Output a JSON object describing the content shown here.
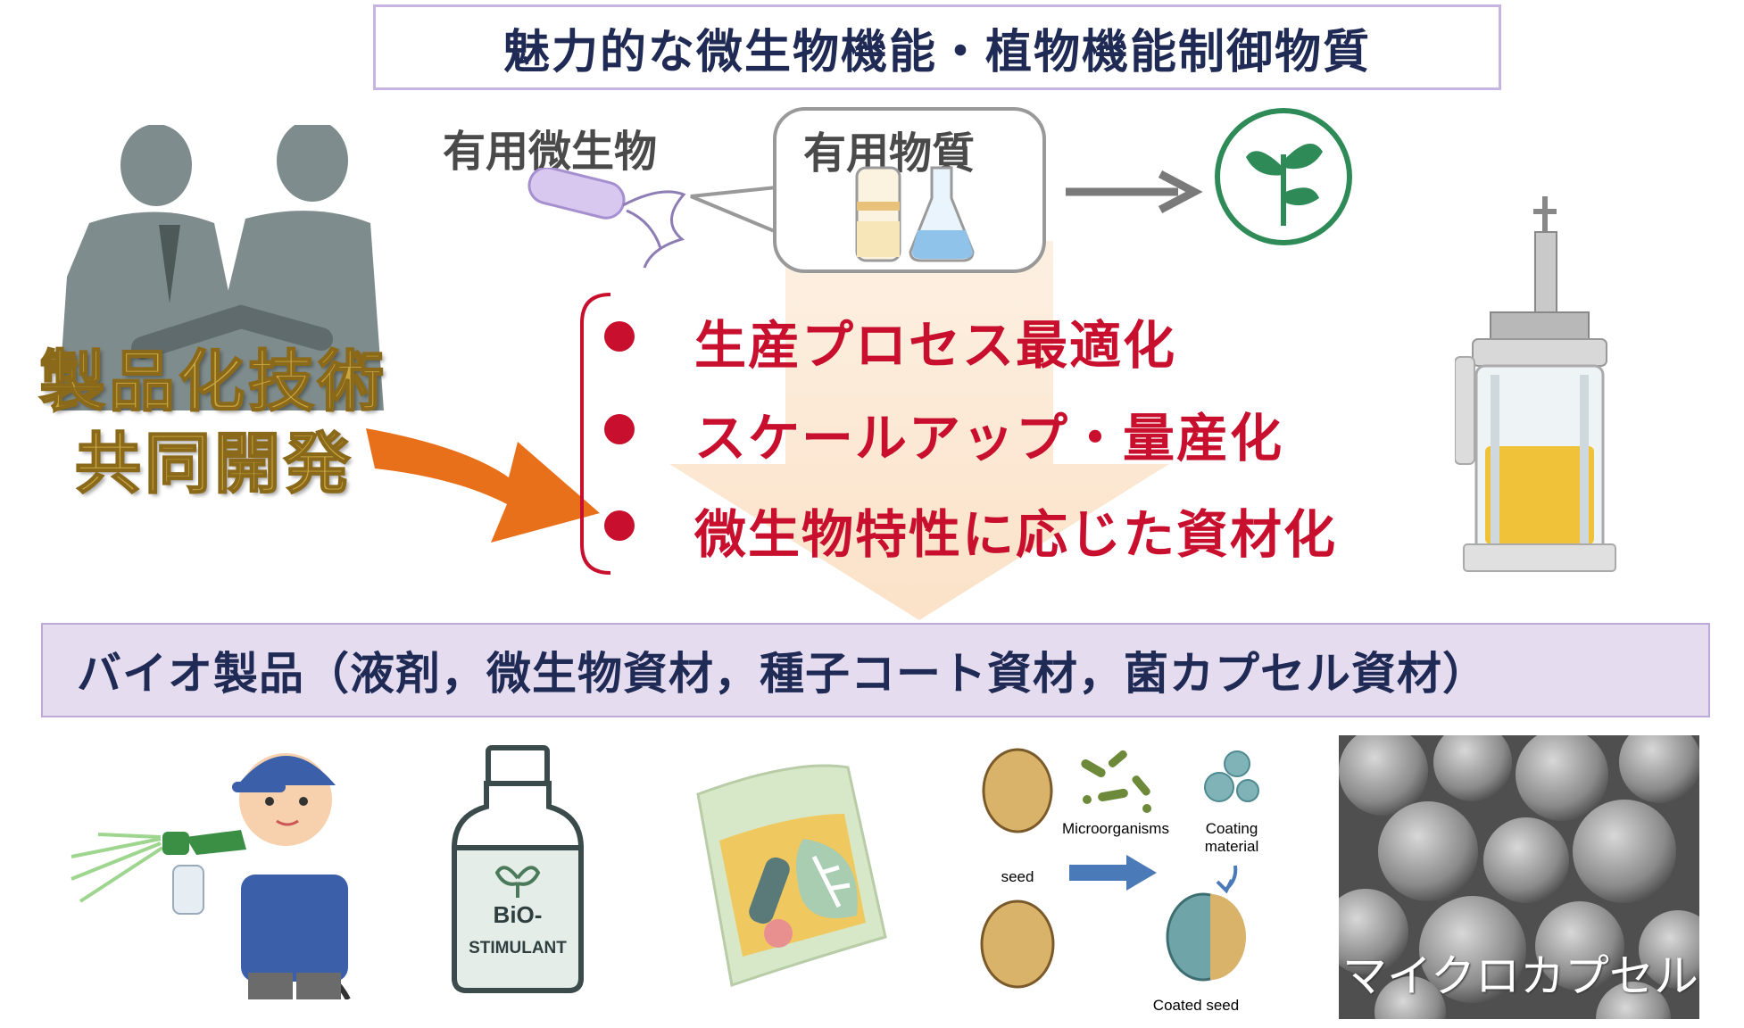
{
  "title": "魅力的な微生物機能・植物機能制御物質",
  "useful_microbe_label": "有用微生物",
  "useful_substance_label": "有用物質",
  "joint_dev": {
    "line1": "製品化技術",
    "line2": "共同開発"
  },
  "process_items": [
    "生産プロセス最適化",
    "スケールアップ・量産化",
    "微生物特性に応じた資材化"
  ],
  "products_band": "バイオ製品（液剤，微生物資材，種子コート資材，菌カプセル資材）",
  "bottle_label": {
    "line1": "BiO-",
    "line2": "STIMULANT"
  },
  "seed_diagram": {
    "microorganisms": "Microorganisms",
    "coating_line1": "Coating",
    "coating_line2": "material",
    "seed": "seed",
    "coated_seed": "Coated seed"
  },
  "microcapsule_label": "マイクロカプセル",
  "colors": {
    "title_navy": "#1f2a55",
    "red_text": "#c8102e",
    "gold_text": "#c9a640",
    "band_bg": "#e6dcf0",
    "arrow_orange": "#e8701a",
    "plant_green": "#2e8b57"
  }
}
